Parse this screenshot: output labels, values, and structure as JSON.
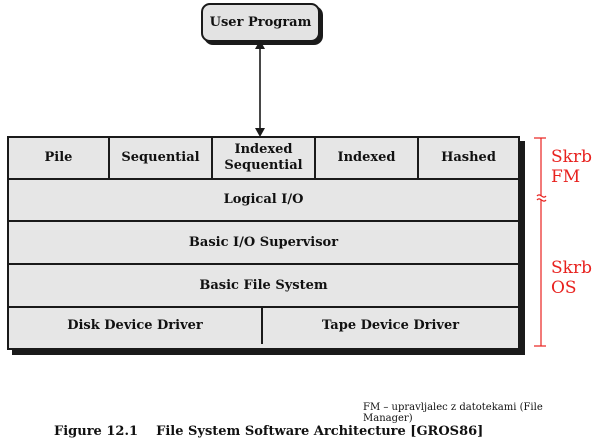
{
  "user_program": "User Program",
  "layers": {
    "access_methods": [
      "Pile",
      "Sequential",
      "Indexed\nSequential",
      "Indexed",
      "Hashed"
    ],
    "logical_io": "Logical I/O",
    "basic_io_supervisor": "Basic I/O Supervisor",
    "basic_file_system": "Basic File System",
    "drivers": [
      "Disk Device Driver",
      "Tape Device Driver"
    ]
  },
  "annotations": {
    "fm_label": "Skrb\nFM",
    "os_label": "Skrb\nOS",
    "color": "#e8221f"
  },
  "note": "FM – upravljalec z datotekami (File Manager)",
  "caption": "Figure 12.1    File System Software Architecture [GROS86]"
}
